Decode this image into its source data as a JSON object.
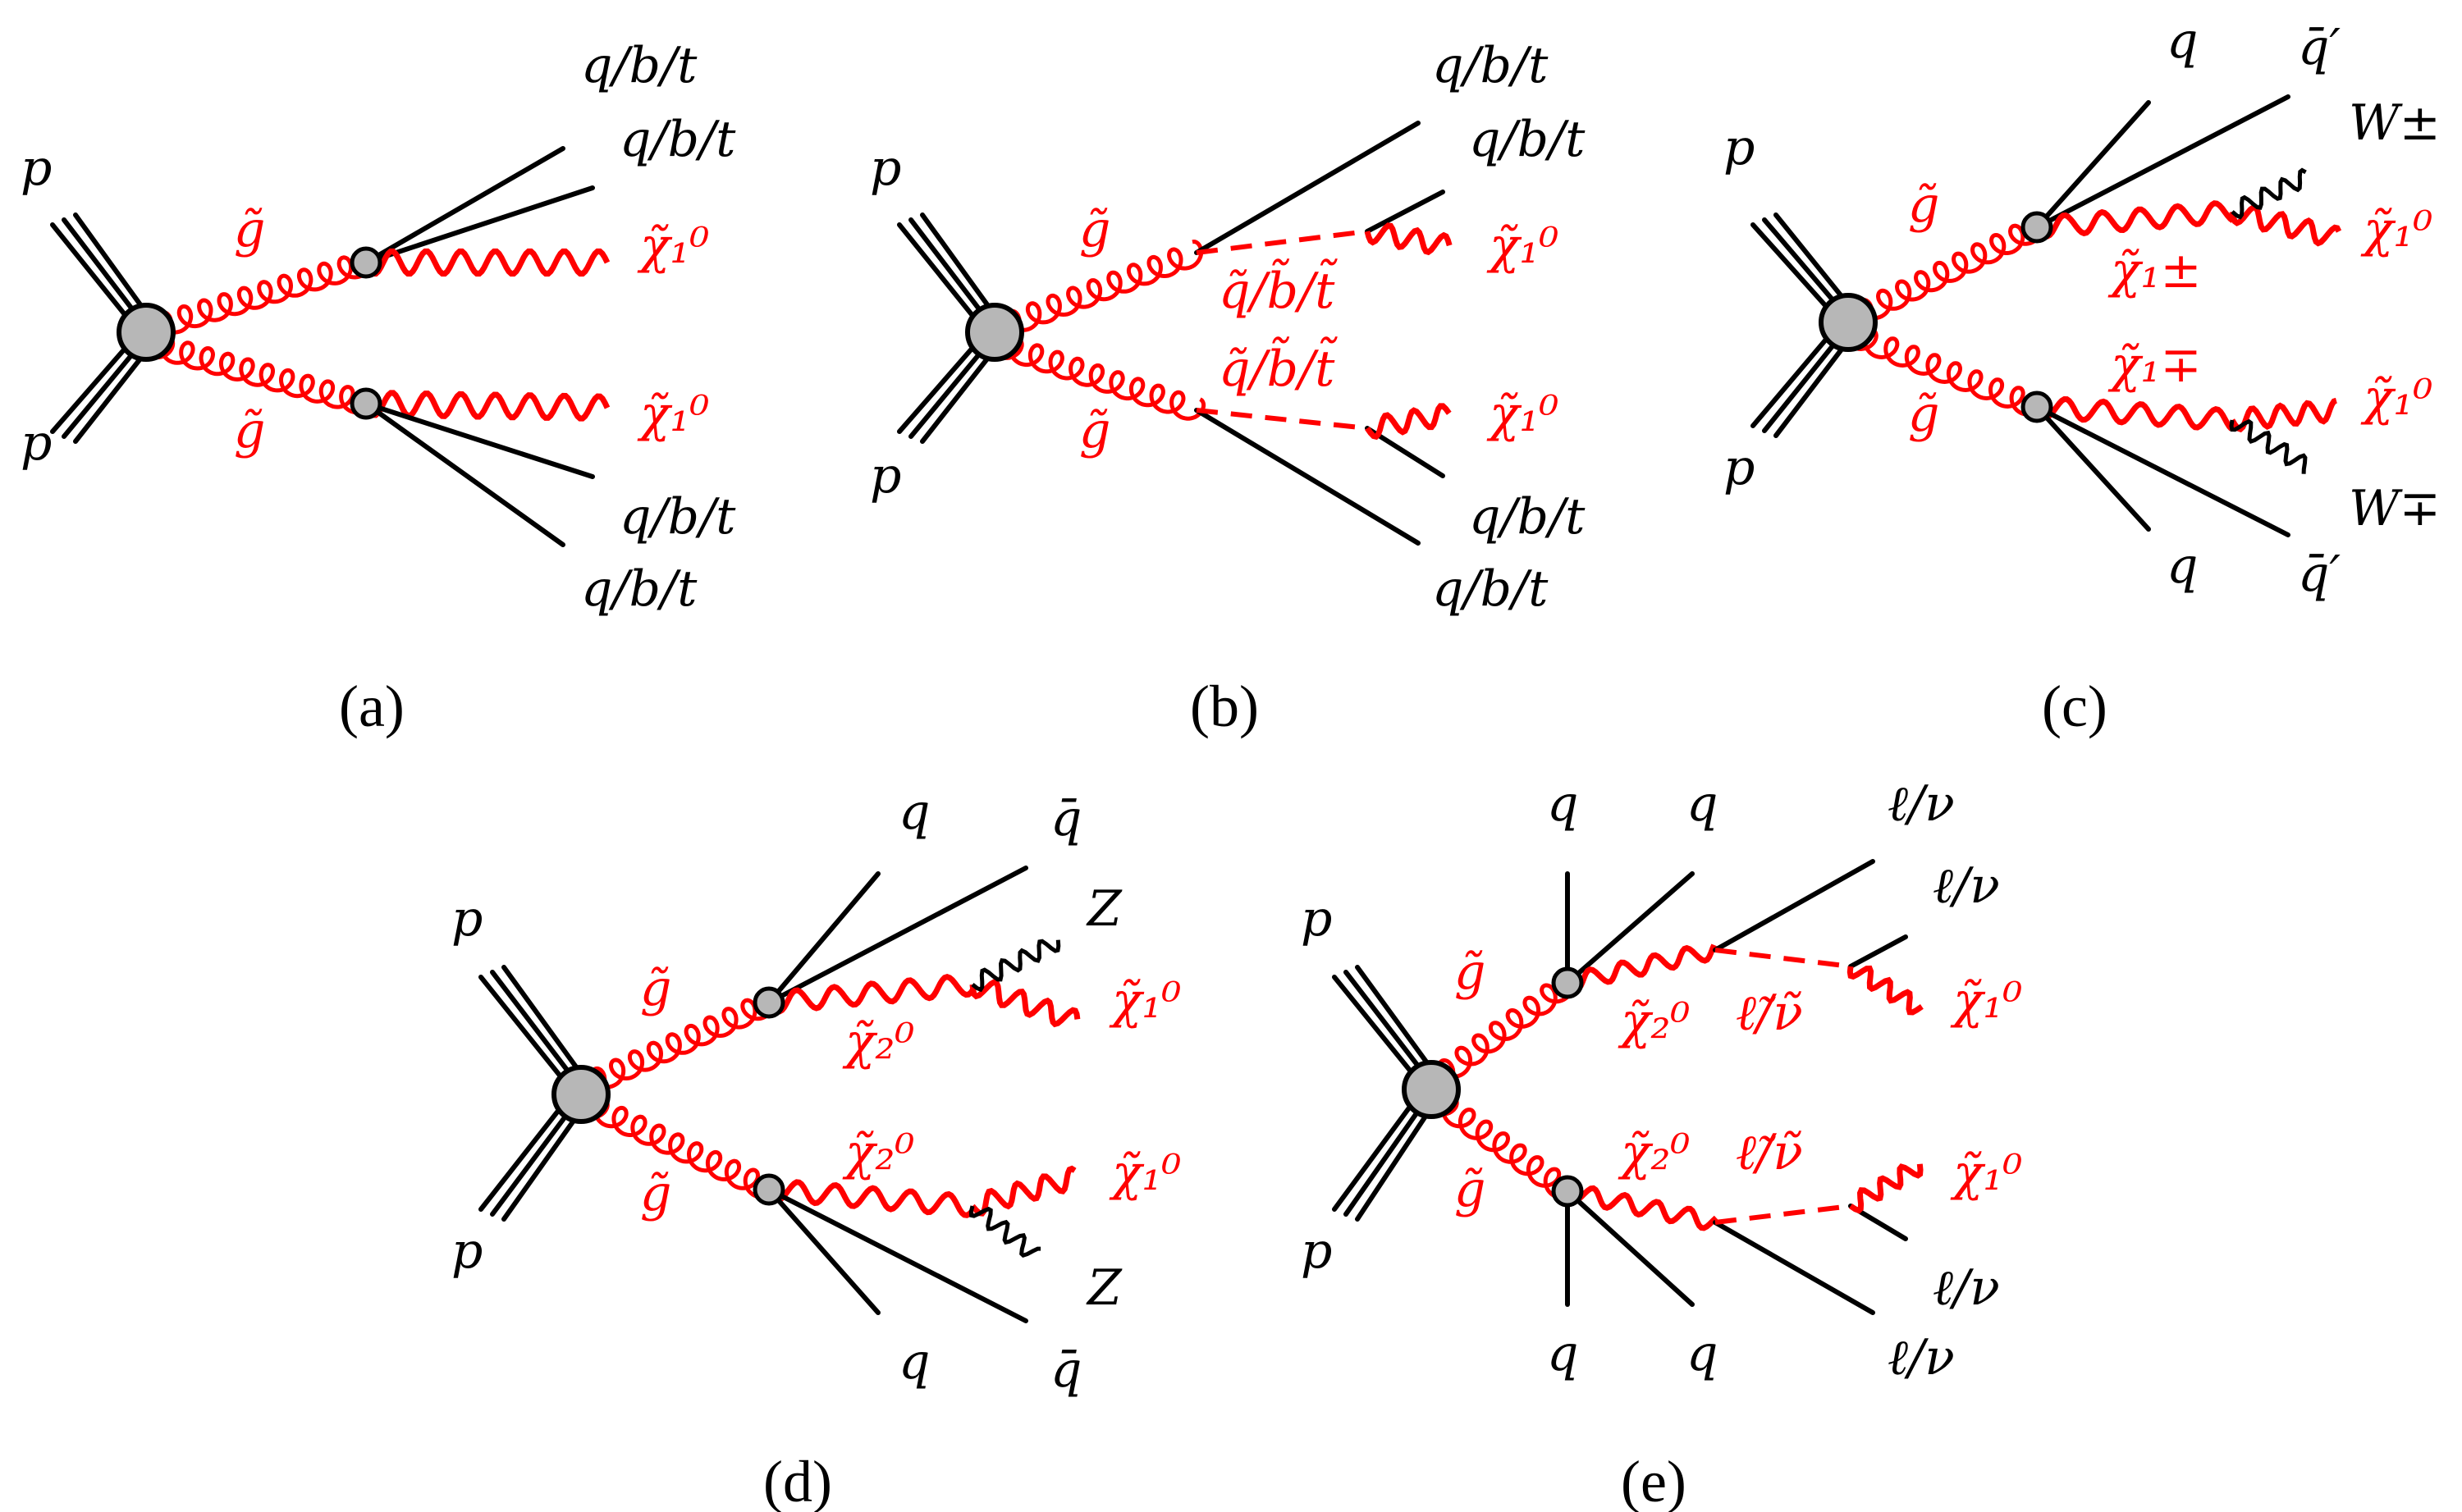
{
  "panels": {
    "a": {
      "caption": "(a)",
      "labels": {
        "p_top": "p",
        "p_bottom": "p",
        "gluino_top": "g̃",
        "gluino_bottom": "g̃",
        "q1": "q/b/t",
        "q2": "q/b/t",
        "q3": "q/b/t",
        "q4": "q/b/t",
        "chi_top": "χ̃₁⁰",
        "chi_bottom": "χ̃₁⁰"
      }
    },
    "b": {
      "caption": "(b)",
      "labels": {
        "p_top": "p",
        "p_bottom": "p",
        "gluino_top": "g̃",
        "gluino_bottom": "g̃",
        "squark_top": "q̃/b̃/t̃",
        "squark_bottom": "q̃/b̃/t̃",
        "q1": "q/b/t",
        "q2": "q/b/t",
        "q3": "q/b/t",
        "q4": "q/b/t",
        "chi_top": "χ̃₁⁰",
        "chi_bottom": "χ̃₁⁰"
      }
    },
    "c": {
      "caption": "(c)",
      "labels": {
        "p_top": "p",
        "p_bottom": "p",
        "gluino_top": "g̃",
        "gluino_bottom": "g̃",
        "q_top": "q",
        "qbar_top": "q̄′",
        "q_bottom": "q",
        "qbar_bottom": "q̄′",
        "w_top": "W±",
        "w_bottom": "W∓",
        "chargino_top": "χ̃₁±",
        "chargino_bottom": "χ̃₁∓",
        "chi_top": "χ̃₁⁰",
        "chi_bottom": "χ̃₁⁰"
      }
    },
    "d": {
      "caption": "(d)",
      "labels": {
        "p_top": "p",
        "p_bottom": "p",
        "gluino_top": "g̃",
        "gluino_bottom": "g̃",
        "q_top": "q",
        "qbar_top": "q̄",
        "q_bottom": "q",
        "qbar_bottom": "q̄",
        "z_top": "Z",
        "z_bottom": "Z",
        "chi2_top": "χ̃₂⁰",
        "chi2_bottom": "χ̃₂⁰",
        "chi_top": "χ̃₁⁰",
        "chi_bottom": "χ̃₁⁰"
      }
    },
    "e": {
      "caption": "(e)",
      "labels": {
        "p_top": "p",
        "p_bottom": "p",
        "gluino_top": "g̃",
        "gluino_bottom": "g̃",
        "q1_top": "q",
        "q2_top": "q",
        "q1_bottom": "q",
        "q2_bottom": "q",
        "chi2_top": "χ̃₂⁰",
        "chi2_bottom": "χ̃₂⁰",
        "slepton_top": "ℓ̃/ν̃",
        "slepton_bottom": "ℓ̃/ν̃",
        "lep1_top": "ℓ/ν",
        "lep2_top": "ℓ/ν",
        "lep1_bottom": "ℓ/ν",
        "lep2_bottom": "ℓ/ν",
        "chi_top": "χ̃₁⁰",
        "chi_bottom": "χ̃₁⁰"
      }
    }
  },
  "colors": {
    "sparticle": "#ff0000",
    "particle": "#000000",
    "vertex_fill": "#b7b7b7"
  }
}
